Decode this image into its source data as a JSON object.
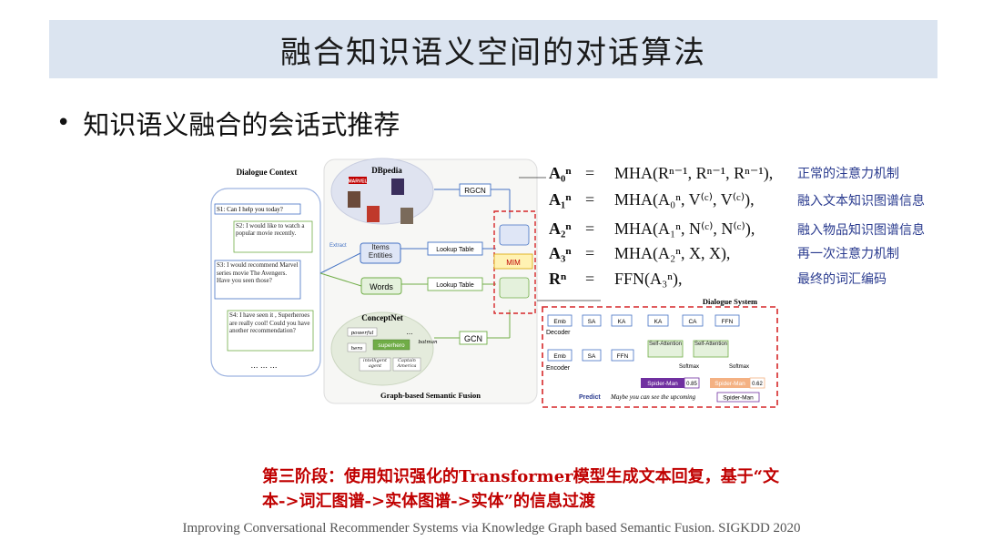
{
  "title": "融合知识语义空间的对话算法",
  "bullet": "知识语义融合的会话式推荐",
  "figure": {
    "dialogue_context_title": "Dialogue Context",
    "turns": [
      "S1: Can I help you today?",
      "S2: I would like to watch a popular movie recently.",
      "S3: I would recommend Marvel series movie The Avengers. Have you seen those?",
      "S4: I have seen it , Superheroes are really cool! Could you have another recommendation?"
    ],
    "ellipsis": "… … …",
    "dbpedia": "DBpedia",
    "marvel": "MARVEL",
    "rgcn": "RGCN",
    "extract": "Extract",
    "items_entities": "Items Entities",
    "words": "Words",
    "lookup_table": "Lookup Table",
    "conceptnet": "ConceptNet",
    "concept_words": [
      "powerful",
      "hero",
      "superhero",
      "batman",
      "intelligent agent",
      "Captain America",
      "…"
    ],
    "gcn": "GCN",
    "mim": "MIM",
    "graph_fusion": "Graph-based Semantic Fusion",
    "dialogue_system": "Dialogue System",
    "decoder": "Decoder",
    "encoder": "Encoder",
    "decoder_blocks": [
      "Emb",
      "SA",
      "KA",
      "KA",
      "CA",
      "FFN"
    ],
    "encoder_blocks": [
      "Emb",
      "SA",
      "FFN"
    ],
    "self_attention": "Self-Attention",
    "softmax": "Softmax",
    "spiderman_a": "Spider-Man",
    "score_a": "0.85",
    "spiderman_b": "Spider-Man",
    "score_b": "0.62",
    "predict": "Predict",
    "predict_text": "Maybe you can see the upcoming",
    "predict_entity": "Spider-Man"
  },
  "equations": [
    {
      "lhs": "A₀ⁿ",
      "rhs": "MHA(Rⁿ⁻¹, Rⁿ⁻¹, Rⁿ⁻¹),",
      "note": "正常的注意力机制"
    },
    {
      "lhs": "A₁ⁿ",
      "rhs": "MHA(A₀ⁿ, V⁽ᶜ⁾, V⁽ᶜ⁾),",
      "note": "融入文本知识图谱信息"
    },
    {
      "lhs": "A₂ⁿ",
      "rhs": "MHA(A₁ⁿ, N⁽ᶜ⁾, N⁽ᶜ⁾),",
      "note": "融入物品知识图谱信息"
    },
    {
      "lhs": "A₃ⁿ",
      "rhs": "MHA(A₂ⁿ, X, X),",
      "note": "再一次注意力机制"
    },
    {
      "lhs": "Rⁿ",
      "rhs": "FFN(A₃ⁿ),",
      "note": "最终的词汇编码"
    }
  ],
  "eq_sign": "=",
  "stage_text_line1": "第三阶段：使用知识强化的Transformer模型生成文本回复，基于“文",
  "stage_text_line2": "本->词汇图谱->实体图谱->实体”的信息过渡",
  "citation": "Improving Conversational Recommender Systems via Knowledge Graph based Semantic Fusion. SIGKDD 2020",
  "colors": {
    "title_bg": "#dbe4f0",
    "note": "#2a3b8f",
    "stage": "#c00000",
    "dashed": "#d62728"
  }
}
